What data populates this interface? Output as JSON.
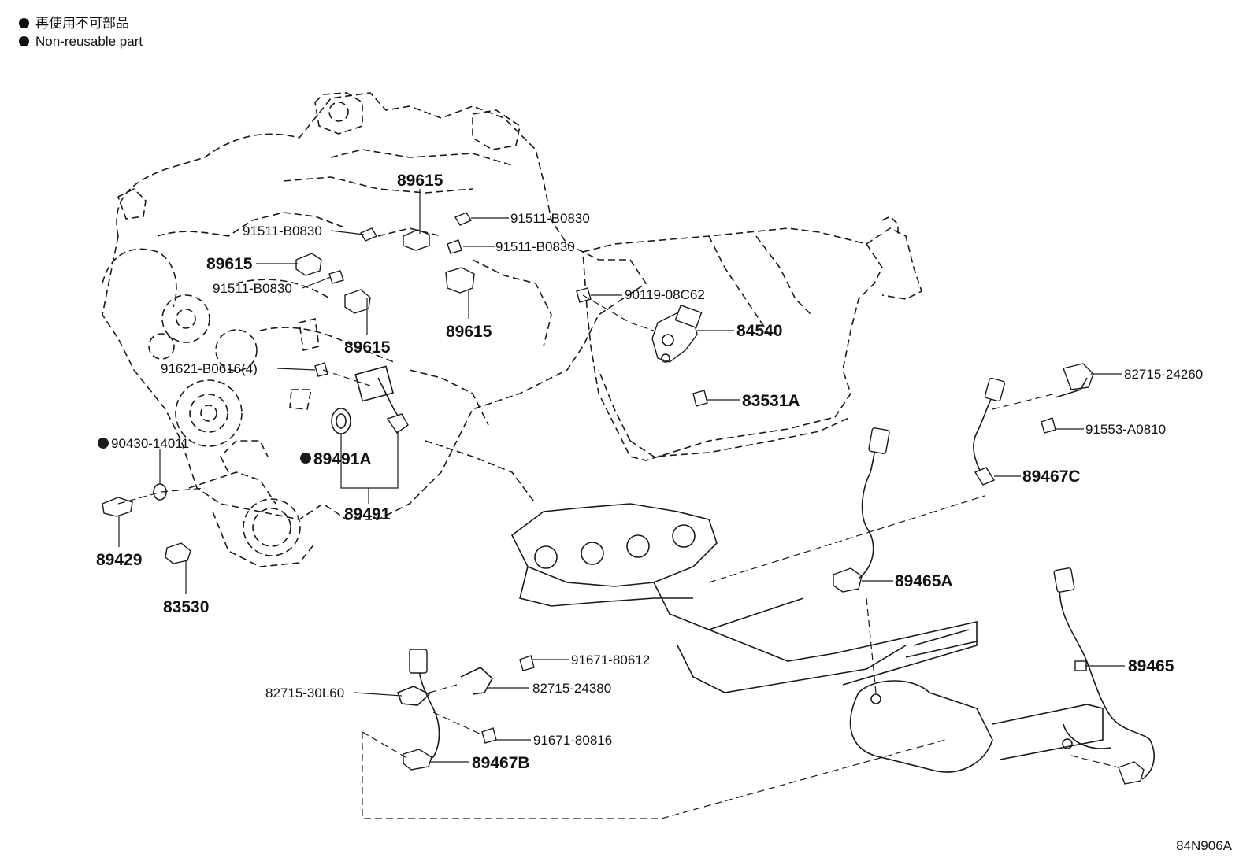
{
  "legend": {
    "jp": "再使用不可部品",
    "en": "Non-reusable part"
  },
  "labels": {
    "p89615_top": "89615",
    "p91511_a": "91511-B0830",
    "p91511_b": "91511-B0830",
    "p91511_c": "91511-B0830",
    "p91511_d": "91511-B0830",
    "p89615_left": "89615",
    "p89615_mid": "89615",
    "p89615_right": "89615",
    "p90119": "90119-08C62",
    "p84540": "84540",
    "p91621": "91621-B0616(4)",
    "p83531A": "83531A",
    "p82715_24260": "82715-24260",
    "p91553": "91553-A0810",
    "p89467C": "89467C",
    "p90430": "90430-14011",
    "p89491A": "89491A",
    "p89491": "89491",
    "p89429": "89429",
    "p83530": "83530",
    "p89465A": "89465A",
    "p91671_80612": "91671-80612",
    "p82715_30L60": "82715-30L60",
    "p82715_24380": "82715-24380",
    "p89465": "89465",
    "p91671_80816": "91671-80816",
    "p89467B": "89467B"
  },
  "figure_code": "84N906A"
}
